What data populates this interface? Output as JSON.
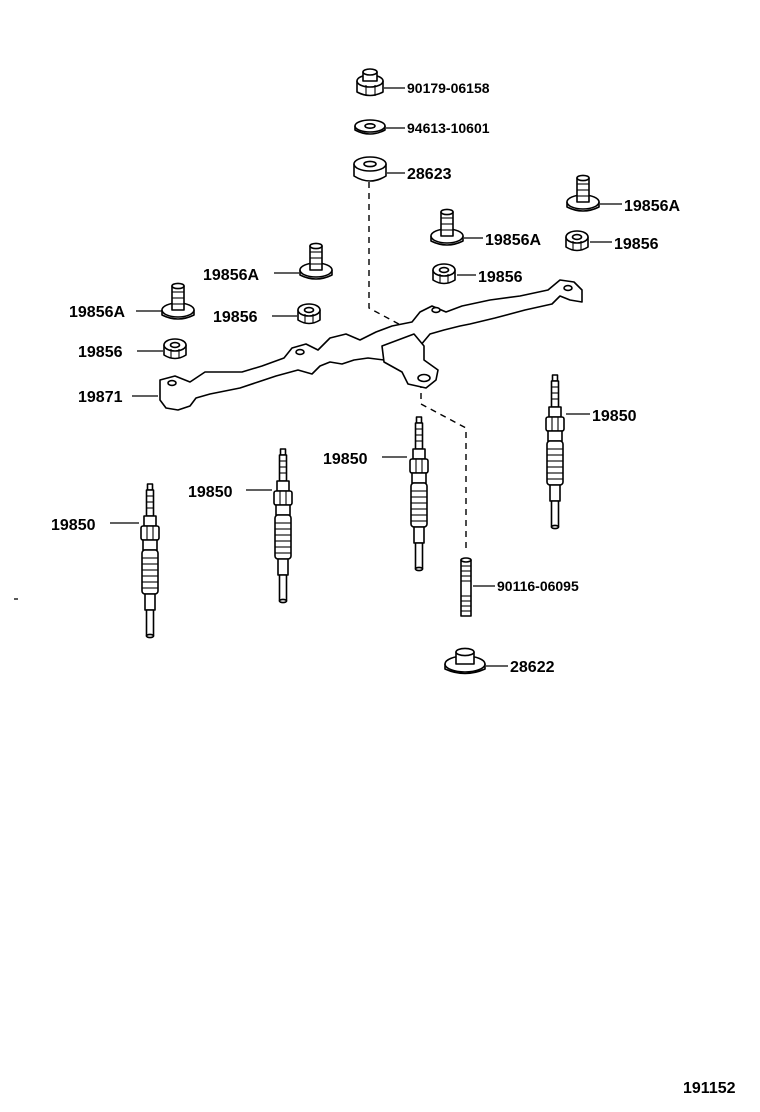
{
  "labels": {
    "nut_90179": "90179-06158",
    "washer_94613": "94613-10601",
    "spacer_28623": "28623",
    "stud_19856A_r1": "19856A",
    "nut_19856_r1": "19856",
    "stud_19856A_r2": "19856A",
    "nut_19856_r2": "19856",
    "stud_19856A_l1": "19856A",
    "nut_19856_l1": "19856",
    "stud_19856A_l2": "19856A",
    "nut_19856_l2": "19856",
    "busbar_19871": "19871",
    "plug_19850_r": "19850",
    "plug_19850_c": "19850",
    "plug_19850_m": "19850",
    "plug_19850_l": "19850",
    "stud_90116": "90116-06095",
    "spacer_28622": "28622"
  },
  "figure_number": "191152"
}
